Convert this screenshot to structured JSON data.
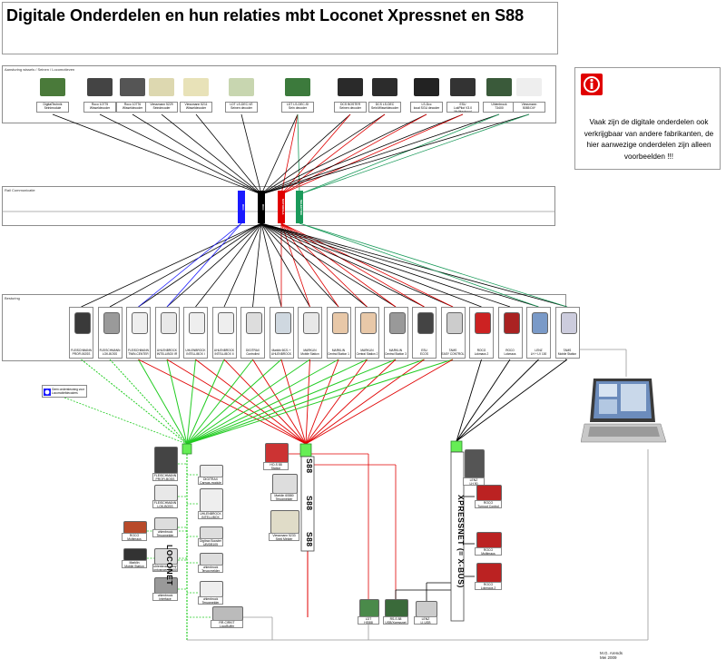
{
  "title": "Digitale Onderdelen en hun relaties mbt Loconet Xpressnet en S88",
  "sections": {
    "accessories": "Aansturing wissels / Seinen / Locomotieven",
    "rail": "Rail Communicatie",
    "control": "Besturing"
  },
  "warning": {
    "text": "Vaak zijn de digitale onderdelen ook verkrijgbaar van andere fabrikanten, de hier aanwezige onderdelen zijn alleen voorbeelden !!!"
  },
  "rail_protocols": [
    {
      "label": "DCC",
      "color": "#1a1aff"
    },
    {
      "label": "DCC",
      "color": "#000000"
    },
    {
      "label": "MOTOROLA",
      "color": "#e00000"
    },
    {
      "label": "SELECTRIX",
      "color": "#1a9a5a"
    }
  ],
  "accessories": [
    {
      "label": "DigitalTechnik\nSeinlmodule"
    },
    {
      "label": "Roco 10775\nWisseldecoder"
    },
    {
      "label": "Roco 10776\nWisseldecoder"
    },
    {
      "label": "Viessmann 5229\nSeindecoder"
    },
    {
      "label": "Viessmann 5211\nWisseldecoder"
    },
    {
      "label": "LDT LS-DEC-VE\nSeinen decoder"
    },
    {
      "label": "LDT LS-DEC-SI\nSein decoder"
    },
    {
      "label": "DCS BOSTER\nSeinen decoder"
    },
    {
      "label": "DCS LS-DEC\nSein/Wisseldecoder"
    },
    {
      "label": "LS-Dcc\nlocal SGU decoder"
    },
    {
      "label": "ESU\nLokPilot V3.0\nMultiprotocol"
    },
    {
      "label": "Uhlenbrock\n73400"
    },
    {
      "label": "Viessmann\n5085 DIY"
    }
  ],
  "controllers": [
    {
      "label": "FLEISCHMANN\nPROFI-BOSS"
    },
    {
      "label": "FLEISCHMANN\nLOK-BOSS"
    },
    {
      "label": "FLEISCHMANN\nTWIN-CENTER"
    },
    {
      "label": "UHLENBROCK\nINTELLIBOX IR"
    },
    {
      "label": "UHLENBROCK\nINTELLIBOX I"
    },
    {
      "label": "UHLENBROCK\nINTELLIBOX II"
    },
    {
      "label": "DIGITRAX\nControlled"
    },
    {
      "label": "Marklin 6021 +\nUHLENBROCK"
    },
    {
      "label": "MARKLIN\nMobile Station"
    },
    {
      "label": "MARKLIN\nCentral Station 1"
    },
    {
      "label": "MARKLIN\nCentral Station 2"
    },
    {
      "label": "MARKLIN\nCentral Station 3"
    },
    {
      "label": "ESU\nECOS"
    },
    {
      "label": "TAMS\nEASY CONTROL"
    },
    {
      "label": "ROCO\nLokmaus 2"
    },
    {
      "label": "ROCO\nLokmaus"
    },
    {
      "label": "LENZ\nLH + LV 100"
    },
    {
      "label": "TAMS\nMobile Station"
    }
  ],
  "loconet_note": "Geen ondersteuning voor\nLocomotiefdecoders",
  "bus_labels": {
    "loconet": "LOCONET",
    "s88": "S88",
    "xpressnet": "XPRESSNET (= X-BUS)"
  },
  "loconet_devices": [
    {
      "label": "FLEISCHMANN\nPROFI-BOSS"
    },
    {
      "label": "DIGITRAX\nCanvas-module"
    },
    {
      "label": "FLEISCHMANN\nLOK-BOSS"
    },
    {
      "label": "UHLENBROCK\nINTELLIBOX BASIC"
    },
    {
      "label": "uhlenbrock\nTerugmelder 63300"
    },
    {
      "label": "Digitrax Booster\nUB/DB105"
    },
    {
      "label": "ROCO\nMultimaus"
    },
    {
      "label": "Marklin\nMobile Station"
    },
    {
      "label": "uhlenbrock Lissy\nontvanger 68600"
    },
    {
      "label": "uhlenbrock\nTerug melder 67736"
    },
    {
      "label": "uhlenbrock\nInterface"
    },
    {
      "label": "uhlenbrock\nTerugmelder 63340"
    },
    {
      "label": "RR-CIRKIT\nLocoBuffer"
    }
  ],
  "s88_devices": [
    {
      "label": "HO-S 88\nStation"
    },
    {
      "label": "Marklin 60880\nTerugmelder"
    },
    {
      "label": "Viessmann 5233\nSeinl Melder"
    }
  ],
  "xpressnet_devices": [
    {
      "label": "LENZ\nLH 90"
    },
    {
      "label": "ROCO\nTurnout Control"
    },
    {
      "label": "ROCO\nMultimaus"
    },
    {
      "label": "ROCO\nLokmaus 2"
    },
    {
      "label": "LDT\nHSI88"
    },
    {
      "label": "RS-S 88\nUSB/Xpressnet LI"
    },
    {
      "label": "LENZ\nLI-USB"
    }
  ],
  "footer": "M.G. Arends\nMei 2009",
  "colors": {
    "black": "#000000",
    "red": "#e00000",
    "green": "#22cc22",
    "blue": "#1a1aff",
    "teal": "#1a9a5a",
    "bus_green": "#66ee55"
  }
}
